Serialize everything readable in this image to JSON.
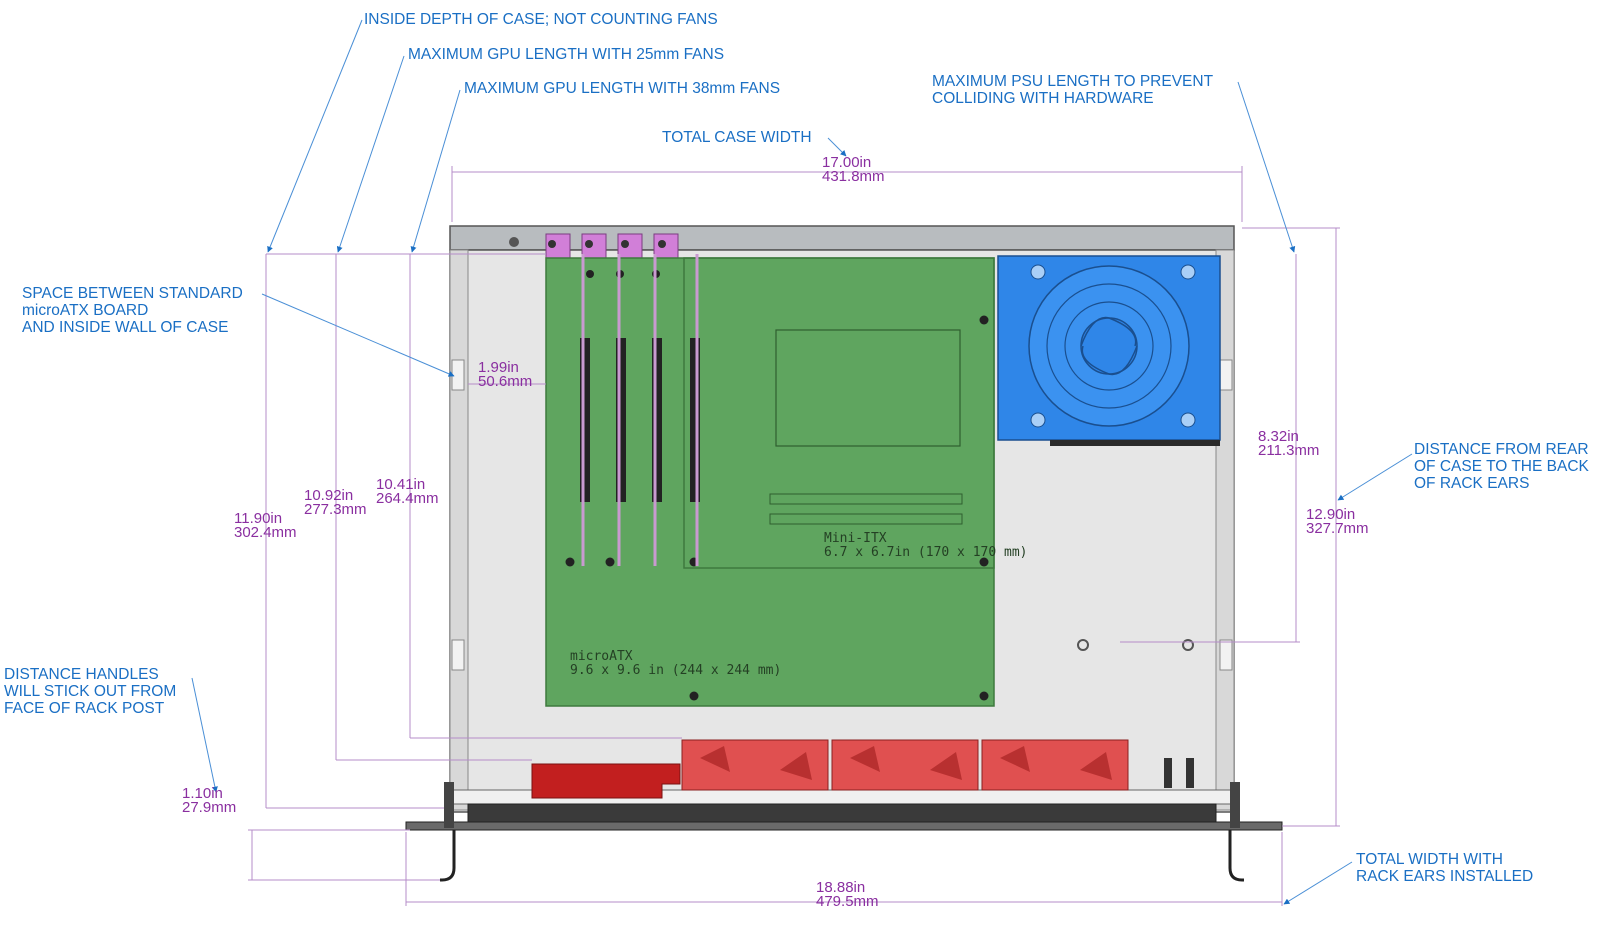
{
  "callouts": {
    "inside_depth": "INSIDE DEPTH OF CASE; NOT COUNTING FANS",
    "gpu_25mm": "MAXIMUM GPU LENGTH WITH 25mm FANS",
    "gpu_38mm": "MAXIMUM GPU LENGTH WITH 38mm FANS",
    "psu_line1": "MAXIMUM PSU LENGTH TO PREVENT",
    "psu_line2": "COLLIDING WITH HARDWARE",
    "total_case_width": "TOTAL CASE WIDTH",
    "space_line1": "SPACE BETWEEN STANDARD",
    "space_line2": "microATX BOARD",
    "space_line3": "AND INSIDE WALL OF CASE",
    "rear_line1": "DISTANCE FROM REAR",
    "rear_line2": "OF CASE TO THE BACK",
    "rear_line3": "OF RACK EARS",
    "handles_line1": "DISTANCE HANDLES",
    "handles_line2": "WILL STICK OUT FROM",
    "handles_line3": "FACE OF RACK POST",
    "rack_width_line1": "TOTAL WIDTH WITH",
    "rack_width_line2": "RACK EARS INSTALLED"
  },
  "dimensions": {
    "case_width": {
      "in": "17.00in",
      "mm": "431.8mm"
    },
    "wall_gap": {
      "in": "1.99in",
      "mm": "50.6mm"
    },
    "psu_length": {
      "in": "8.32in",
      "mm": "211.3mm"
    },
    "gpu_38": {
      "in": "10.41in",
      "mm": "264.4mm"
    },
    "gpu_25": {
      "in": "10.92in",
      "mm": "277.3mm"
    },
    "inside_depth": {
      "in": "11.90in",
      "mm": "302.4mm"
    },
    "rear_to_ears": {
      "in": "12.90in",
      "mm": "327.7mm"
    },
    "handles": {
      "in": "1.10in",
      "mm": "27.9mm"
    },
    "rack_width": {
      "in": "18.88in",
      "mm": "479.5mm"
    }
  },
  "boards": {
    "mini_itx_name": "Mini-ITX",
    "mini_itx_size": "6.7 x 6.7in (170 x 170 mm)",
    "micro_atx_name": "microATX",
    "micro_atx_size": "9.6 x 9.6 in (244 x 244 mm)"
  },
  "colors": {
    "callout_text": "#1a6fc4",
    "dimension_text": "#8a2fa0",
    "motherboard": "#5fa55f",
    "psu_fan": "#2f86e8",
    "case_fans": "#e05050",
    "io_brackets": "#d17fd8"
  }
}
